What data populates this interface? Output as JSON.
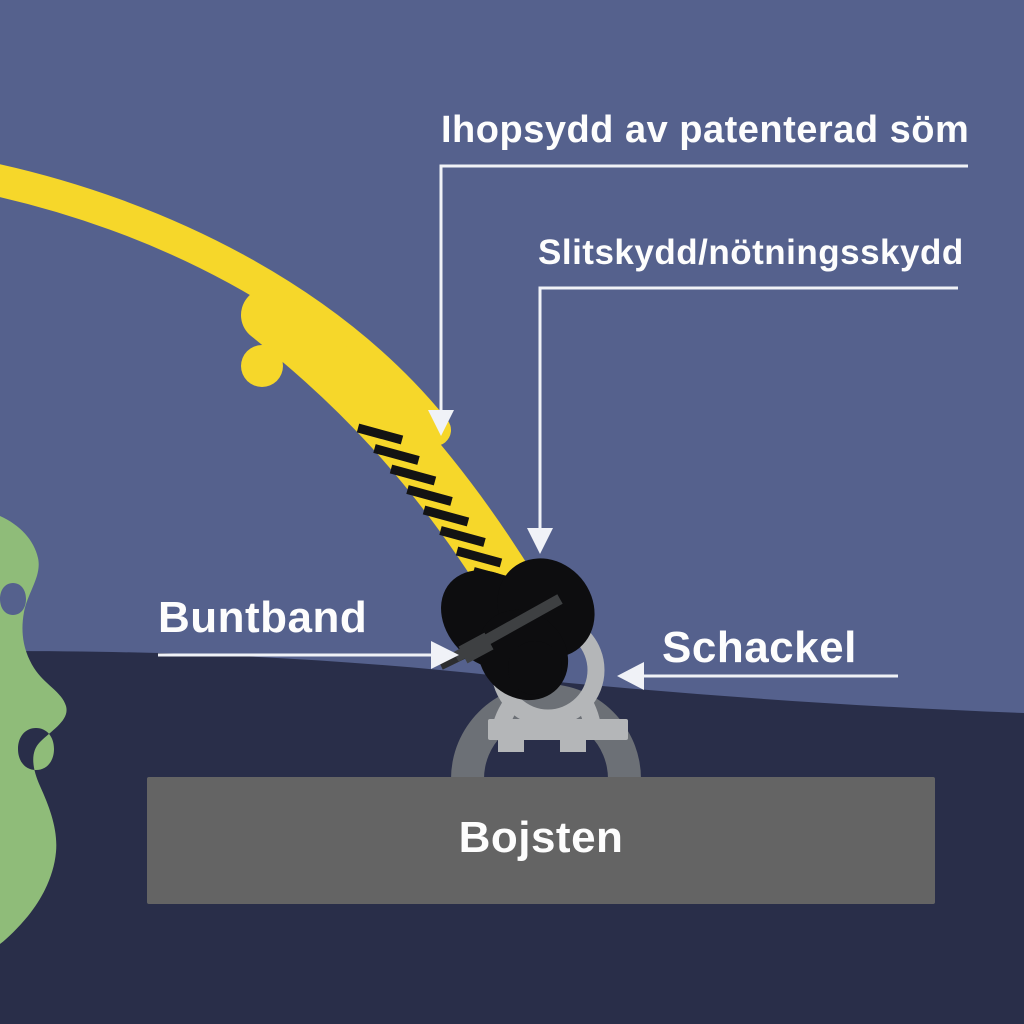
{
  "diagram": {
    "title_hint": "Mooring / buoy anchoring diagram (Swedish)",
    "labels": {
      "seam": "Ihopsydd av patenterad söm",
      "wear_protection": "Slitskydd/nötningsskydd",
      "cable_tie": "Buntband",
      "shackle": "Schackel",
      "buoy_stone": "Bojsten"
    },
    "colors": {
      "water_background": "#55618d",
      "seabed": "#292e49",
      "rope_yellow": "#f6d72a",
      "stitch_black": "#131313",
      "seaweed_green": "#8fbc79",
      "stone_gray": "#646464",
      "shackle_light_gray": "#b4b6b8",
      "anchor_ring_gray": "#6c7076",
      "protection_black": "#0d0d0f",
      "strap_dark_gray": "#3e4042",
      "strap_tail_gray": "#2c2d2f",
      "annotation_line_white": "#f0f2f7",
      "label_white": "#fdfdfd"
    }
  }
}
